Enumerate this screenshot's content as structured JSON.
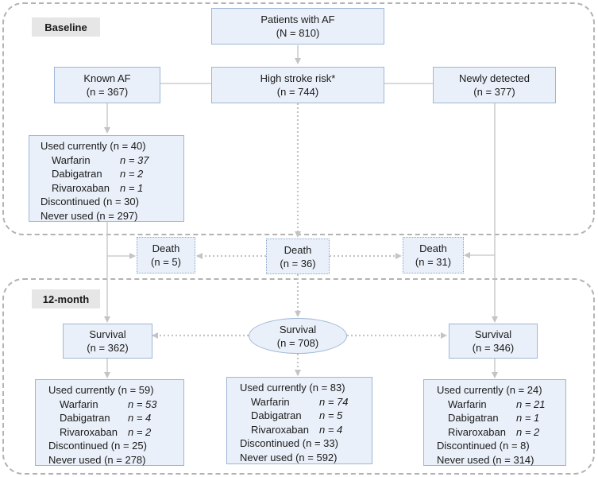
{
  "sections": {
    "baseline": "Baseline",
    "twelve_month": "12-month"
  },
  "top": {
    "title": "Patients with AF",
    "n": "(N = 810)"
  },
  "row2": {
    "known": {
      "title": "Known AF",
      "n": "(n = 367)"
    },
    "high_risk": {
      "title": "High stroke risk*",
      "n": "(n = 744)"
    },
    "newly": {
      "title": "Newly detected",
      "n": "(n = 377)"
    }
  },
  "baseline_use": {
    "used_currently": "Used currently (n = 40)",
    "drugs": [
      {
        "name": "Warfarin",
        "n": "n = 37"
      },
      {
        "name": "Dabigatran",
        "n": "n = 2"
      },
      {
        "name": "Rivaroxaban",
        "n": "n = 1"
      }
    ],
    "discontinued": "Discontinued (n = 30)",
    "never_used": "Never used (n = 297)"
  },
  "deaths": {
    "left": {
      "title": "Death",
      "n": "(n = 5)"
    },
    "center": {
      "title": "Death",
      "n": "(n = 36)"
    },
    "right": {
      "title": "Death",
      "n": "(n = 31)"
    }
  },
  "survival": {
    "left": {
      "title": "Survival",
      "n": "(n = 362)"
    },
    "center": {
      "title": "Survival",
      "n": "(n = 708)"
    },
    "right": {
      "title": "Survival",
      "n": "(n = 346)"
    }
  },
  "followup": {
    "left": {
      "used_currently": "Used currently (n = 59)",
      "drugs": [
        {
          "name": "Warfarin",
          "n": "n = 53"
        },
        {
          "name": "Dabigatran",
          "n": "n = 4"
        },
        {
          "name": "Rivaroxaban",
          "n": "n = 2"
        }
      ],
      "discontinued": "Discontinued (n = 25)",
      "never_used": "Never used (n = 278)"
    },
    "center": {
      "used_currently": "Used currently (n = 83)",
      "drugs": [
        {
          "name": "Warfarin",
          "n": "n = 74"
        },
        {
          "name": "Dabigatran",
          "n": "n = 5"
        },
        {
          "name": "Rivaroxaban",
          "n": "n = 4"
        }
      ],
      "discontinued": "Discontinued (n = 33)",
      "never_used": "Never used (n = 592)"
    },
    "right": {
      "used_currently": "Used currently (n = 24)",
      "drugs": [
        {
          "name": "Warfarin",
          "n": "n = 21"
        },
        {
          "name": "Dabigatran",
          "n": "n = 1"
        },
        {
          "name": "Rivaroxaban",
          "n": "n = 2"
        }
      ],
      "discontinued": "Discontinued (n = 8)",
      "never_used": "Never used (n = 314)"
    }
  },
  "colors": {
    "box_fill": "#eaf0f9",
    "box_border": "#9eb6d5",
    "section_border": "#b3b3b3",
    "solid_arrow": "#c4c4c4",
    "dotted_arrow": "#c4c4c4"
  }
}
